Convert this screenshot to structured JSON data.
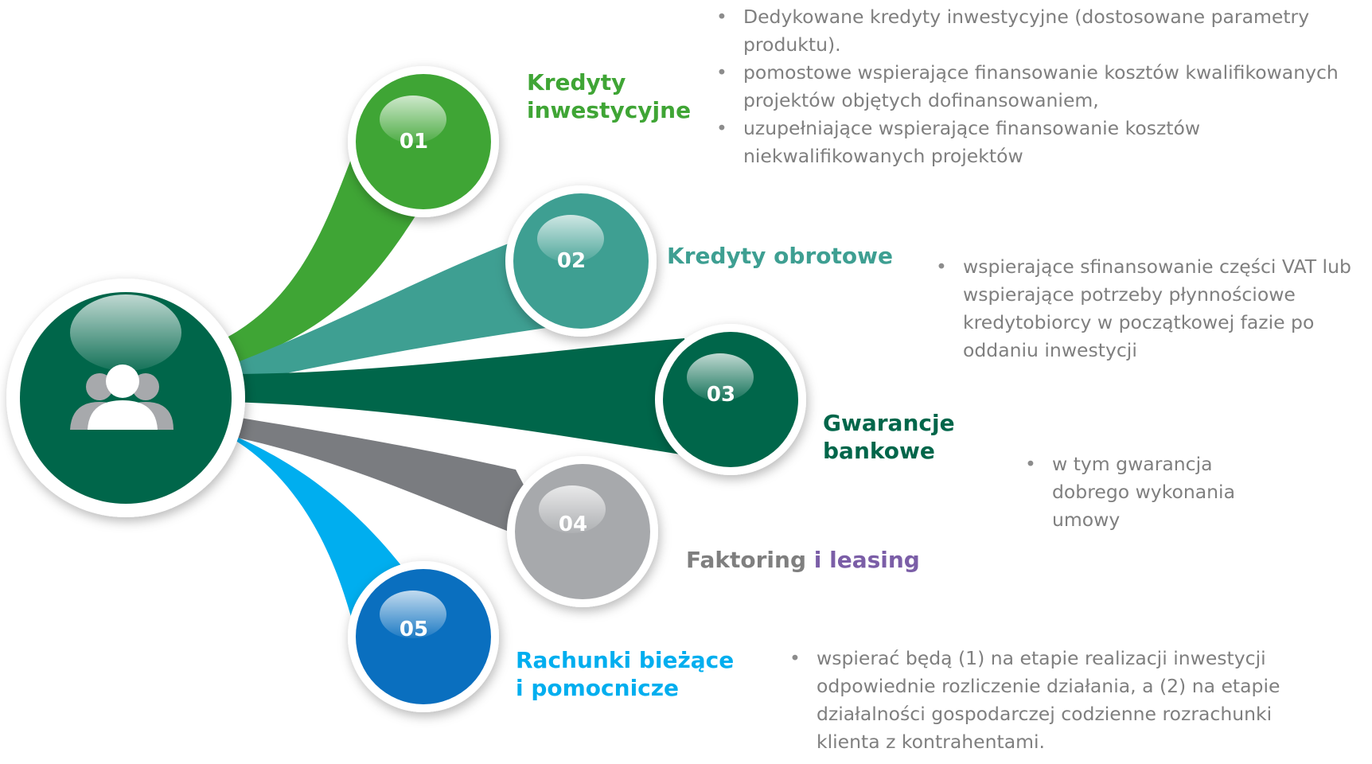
{
  "items": [
    {
      "number": "01",
      "label": "Kredyty inwestycyjne",
      "label_color": "#3fa535",
      "ribbon_color": "#3fa535",
      "circle_color": "#3fa535",
      "bullets": [
        "Dedykowane kredyty inwestycyjne (dostosowane parametry produktu).",
        "pomostowe wspierające finansowanie kosztów kwalifikowanych projektów objętych dofinansowaniem,",
        "uzupełniające wspierające finansowanie kosztów niekwalifikowanych projektów"
      ]
    },
    {
      "number": "02",
      "label": "Kredyty obrotowe",
      "label_color": "#3e9f92",
      "ribbon_color": "#3e9f92",
      "circle_color": "#3e9f92",
      "bullets": [
        "wspierające sfinansowanie części VAT lub wspierające potrzeby płynnościowe kredytobiorcy w początkowej fazie po oddaniu inwestycji"
      ]
    },
    {
      "number": "03",
      "label": "Gwarancje bankowe",
      "label_color": "#00664a",
      "ribbon_color": "#00664a",
      "circle_color": "#00664a",
      "bullets": [
        "w tym gwarancja dobrego wykonania umowy"
      ]
    },
    {
      "number": "04",
      "label_part1": "Faktoring ",
      "label_part2": "i leasing",
      "label_color": "#7f7f7f",
      "label_part2_color": "#7b5ea7",
      "ribbon_color": "#7a7c80",
      "circle_color": "#a7a9ac"
    },
    {
      "number": "05",
      "label": "Rachunki bieżące i pomocnicze",
      "label_color": "#00aeef",
      "ribbon_color": "#00aeef",
      "circle_color": "#0a6fbf",
      "bullets": [
        "wspierać będą (1) na etapie realizacji inwestycji odpowiednie rozliczenie działania, a (2) na etapie działalności gospodarczej codzienne rozrachunki klienta z kontrahentami."
      ]
    }
  ],
  "hub": {
    "icon": "users-icon",
    "color": "#00664a"
  }
}
